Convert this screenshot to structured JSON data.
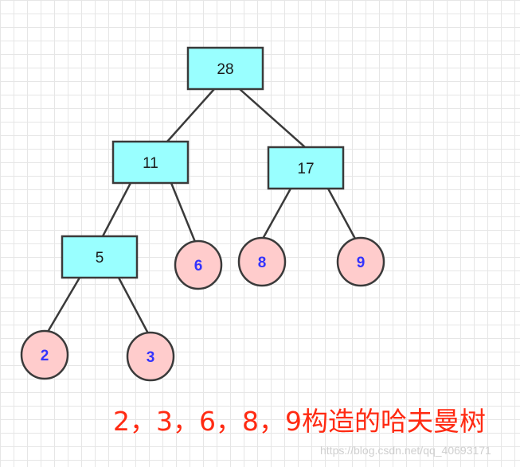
{
  "diagram": {
    "nodes": [
      {
        "id": "n28",
        "label": "28",
        "shape": "rect"
      },
      {
        "id": "n11",
        "label": "11",
        "shape": "rect"
      },
      {
        "id": "n17",
        "label": "17",
        "shape": "rect"
      },
      {
        "id": "n5",
        "label": "5",
        "shape": "rect"
      },
      {
        "id": "n6",
        "label": "6",
        "shape": "circle"
      },
      {
        "id": "n8",
        "label": "8",
        "shape": "circle"
      },
      {
        "id": "n9",
        "label": "9",
        "shape": "circle"
      },
      {
        "id": "n2",
        "label": "2",
        "shape": "circle"
      },
      {
        "id": "n3",
        "label": "3",
        "shape": "circle"
      }
    ],
    "edges": [
      {
        "from": "n28",
        "to": "n11"
      },
      {
        "from": "n28",
        "to": "n17"
      },
      {
        "from": "n11",
        "to": "n5"
      },
      {
        "from": "n11",
        "to": "n6"
      },
      {
        "from": "n17",
        "to": "n8"
      },
      {
        "from": "n17",
        "to": "n9"
      },
      {
        "from": "n5",
        "to": "n2"
      },
      {
        "from": "n5",
        "to": "n3"
      }
    ],
    "colors": {
      "rect_fill": "#99ffff",
      "circle_fill": "#ffcccc",
      "stroke": "#3a3a3a",
      "leaf_text": "#3333ff",
      "internal_text": "#1a1a1a",
      "caption": "#ff2a12"
    }
  },
  "caption": "2，3，6，8，9构造的哈夫曼树",
  "watermark": "https://blog.csdn.net/qq_40693171"
}
